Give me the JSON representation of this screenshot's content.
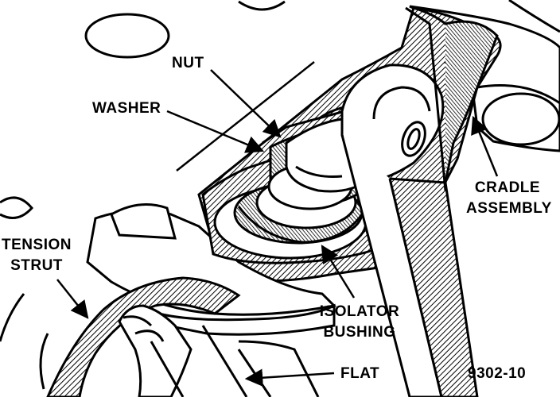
{
  "labels": {
    "nut": "NUT",
    "washer": "WASHER",
    "cradle_1": "CRADLE",
    "cradle_2": "ASSEMBLY",
    "tension_1": "TENSION",
    "tension_2": "STRUT",
    "isolator_1": "ISOLATOR",
    "isolator_2": "BUSHING",
    "flat": "FLAT",
    "figure_id": "9302-10"
  },
  "colors": {
    "ink": "#000000",
    "paper": "#ffffff"
  }
}
